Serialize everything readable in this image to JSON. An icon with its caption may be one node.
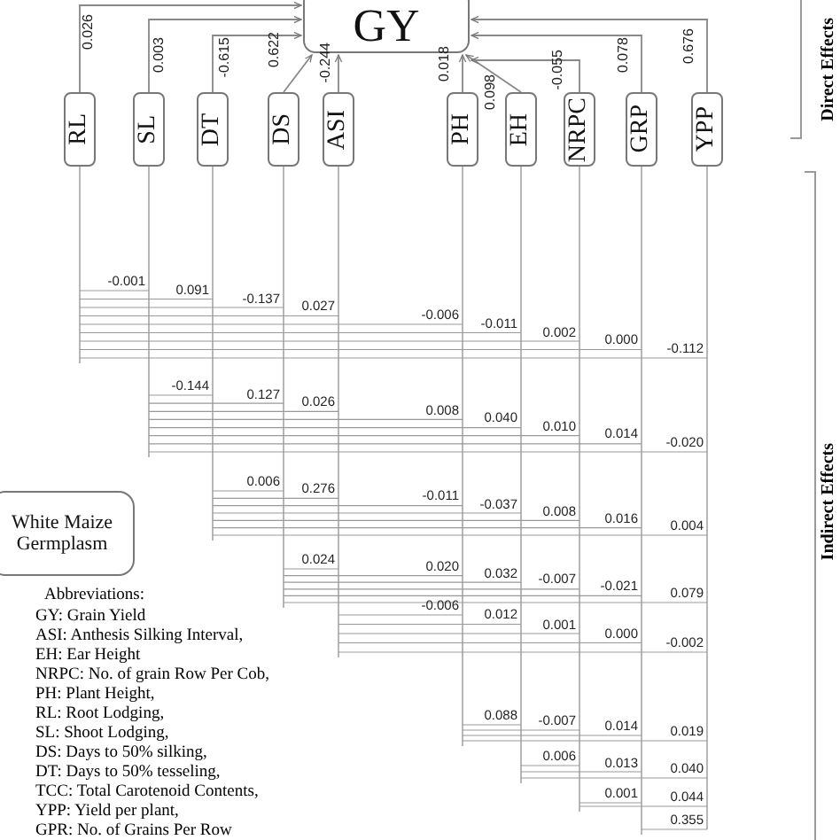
{
  "diagram": {
    "nodes": [
      {
        "text": [
          "GY"
        ]
      },
      {
        "text": [
          "RL"
        ]
      },
      {
        "text": [
          "SL"
        ]
      },
      {
        "text": [
          "DT"
        ]
      },
      {
        "text": [
          "DS"
        ]
      },
      {
        "text": [
          "ASI"
        ]
      },
      {
        "text": [
          "PH"
        ]
      },
      {
        "text": [
          "EH"
        ]
      },
      {
        "text": [
          "NRPC"
        ]
      },
      {
        "text": [
          "GRP"
        ]
      },
      {
        "text": [
          "YPP"
        ]
      },
      {
        "text": [
          "White Maize Germplasm"
        ]
      }
    ],
    "edges": [
      {
        "from": 1,
        "to": 0,
        "arrow": "to",
        "label": "0.026"
      },
      {
        "from": 2,
        "to": 0,
        "arrow": "to",
        "label": "0.003"
      },
      {
        "from": 3,
        "to": 0,
        "arrow": "to",
        "label": "-0.615"
      },
      {
        "from": 4,
        "to": 0,
        "arrow": "to",
        "label": "0.622"
      },
      {
        "from": 5,
        "to": 0,
        "arrow": "to",
        "label": "-0.244"
      },
      {
        "from": 6,
        "to": 0,
        "arrow": "to",
        "label": "0.018"
      },
      {
        "from": 7,
        "to": 0,
        "arrow": "to",
        "label": "0.098"
      },
      {
        "from": 8,
        "to": 0,
        "arrow": "to",
        "label": "-0.055"
      },
      {
        "from": 9,
        "to": 0,
        "arrow": "to",
        "label": "0.078"
      },
      {
        "from": 10,
        "to": 0,
        "arrow": "to",
        "label": "0.676"
      }
    ],
    "labels": [
      "Direct Effects",
      "Indirect Effects",
      "-0.001",
      "0.091",
      "-0.137",
      "0.027",
      "-0.006",
      "-0.011",
      "0.002",
      "0.000",
      "-0.112",
      "-0.144",
      "0.127",
      "0.026",
      "0.008",
      "0.040",
      "0.010",
      "0.014",
      "-0.020",
      "0.006",
      "0.276",
      "-0.011",
      "-0.037",
      "0.008",
      "0.016",
      "0.004",
      "0.024",
      "0.020",
      "0.032",
      "-0.007",
      "-0.021",
      "0.079",
      "-0.006",
      "0.012",
      "0.001",
      "0.000",
      "-0.002",
      "0.088",
      "-0.007",
      "0.014",
      "0.019",
      "0.006",
      "0.013",
      "0.040",
      "0.001",
      "0.044",
      "0.355",
      "Abbreviations:",
      "GY: Grain Yield",
      "ASI: Anthesis Silking Interval,",
      "EH: Ear Height",
      "NRPC: No. of grain Row Per Cob,",
      "PH: Plant Height,",
      "RL: Root Lodging,",
      "SL: Shoot Lodging,",
      "DS: Days to 50% silking,",
      "DT: Days to 50% tesseling,",
      "TCC: Total Carotenoid Contents,",
      "YPP: Yield per plant,",
      "GPR: No. of Grains Per Row"
    ]
  }
}
